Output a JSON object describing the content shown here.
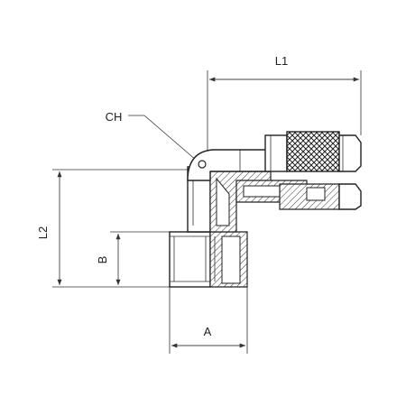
{
  "labels": {
    "l1": "L1",
    "l2": "L2",
    "ch": "CH",
    "b": "B",
    "a": "A"
  },
  "colors": {
    "line": "#222222",
    "background": "#ffffff"
  }
}
